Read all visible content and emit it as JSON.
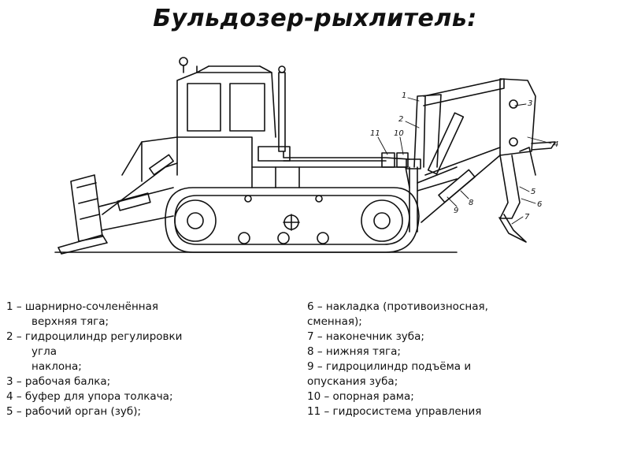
{
  "title": "Бульдозер-рыхлитель:",
  "callouts": [
    "1",
    "2",
    "3",
    "4",
    "5",
    "6",
    "7",
    "8",
    "9",
    "10",
    "11"
  ],
  "legend_left": [
    {
      "text": "1 – шарнирно-сочленённая",
      "indent": false
    },
    {
      "text": "верхняя тяга;",
      "indent": true
    },
    {
      "text": "2 – гидроцилиндр регулировки",
      "indent": false
    },
    {
      "text": "угла",
      "indent": true
    },
    {
      "text": "наклона;",
      "indent": true
    },
    {
      "text": "3 – рабочая балка;",
      "indent": false
    },
    {
      "text": "4 – буфер для упора толкача;",
      "indent": false
    },
    {
      "text": "5 – рабочий орган (зуб);",
      "indent": false
    }
  ],
  "legend_right": [
    "6 – накладка (противоизносная,",
    "сменная);",
    "7 – наконечник зуба;",
    "8 – нижняя тяга;",
    "9 – гидроцилиндр подъёма и",
    "опускания зуба;",
    "10 – опорная рама;",
    "11 – гидросистема управления"
  ]
}
